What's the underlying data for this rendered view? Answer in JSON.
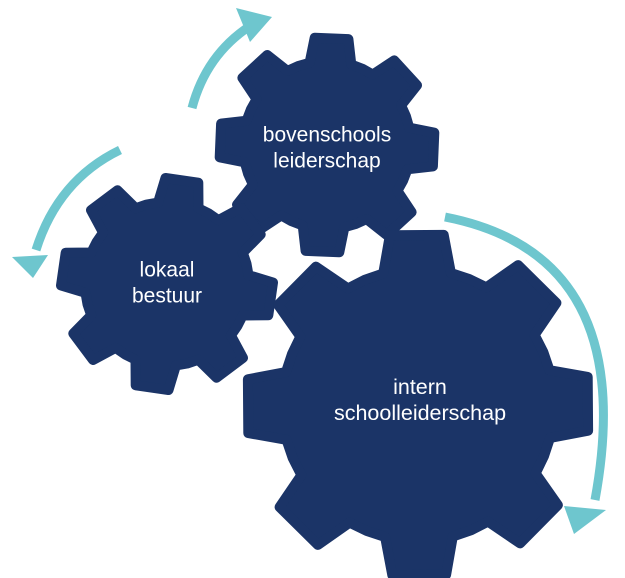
{
  "colors": {
    "gear_fill": "#1b3467",
    "arrow": "#6ec6ce",
    "label_text": "#ffffff",
    "background": "#ffffff"
  },
  "gears": {
    "bovenschools": {
      "line1": "bovenschools",
      "line2": "leiderschap"
    },
    "lokaal": {
      "line1": "lokaal",
      "line2": "bestuur"
    },
    "intern": {
      "line1": "intern",
      "line2": "schoolleiderschap"
    }
  }
}
